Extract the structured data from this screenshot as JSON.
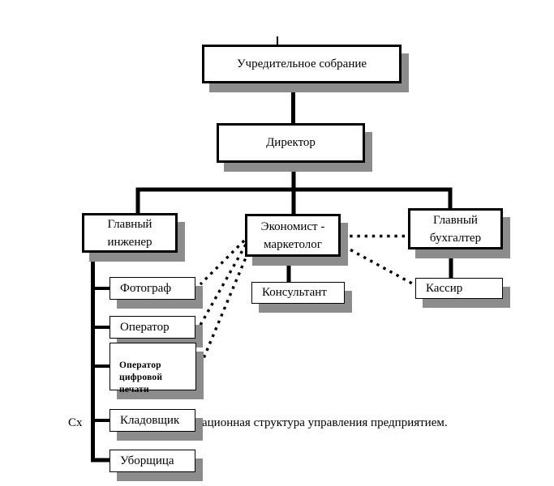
{
  "diagram": {
    "caption": {
      "prefix": "Сх",
      "suffix": "ационная структура управления предприятием."
    },
    "nodes": {
      "founders": {
        "label": "Учредительное собрание"
      },
      "director": {
        "label": "Директор"
      },
      "chief_engineer": {
        "label": "Главный\nинженер"
      },
      "economist_marketer": {
        "label": "Экономист -\nмаркетолог"
      },
      "chief_accountant": {
        "label": "Главный\nбухгалтер"
      },
      "photographer": {
        "label": "Фотограф"
      },
      "operator": {
        "label": "Оператор"
      },
      "digital_print_operator": {
        "label": "Оператор\nцифровой\nпечати"
      },
      "storekeeper": {
        "label": "Кладовщик"
      },
      "cleaner": {
        "label": "Уборщица"
      },
      "consultant": {
        "label": "Консультант"
      },
      "cashier": {
        "label": "Кассир"
      }
    },
    "colors": {
      "line": "#000000",
      "box_border": "#000000",
      "box_fill": "#ffffff",
      "shadow": "#8c8c8c",
      "text": "#000000",
      "background": "#ffffff"
    },
    "line_styles": {
      "solid_connector": "thick solid",
      "dotted_connector": "square-dot dotted"
    }
  }
}
